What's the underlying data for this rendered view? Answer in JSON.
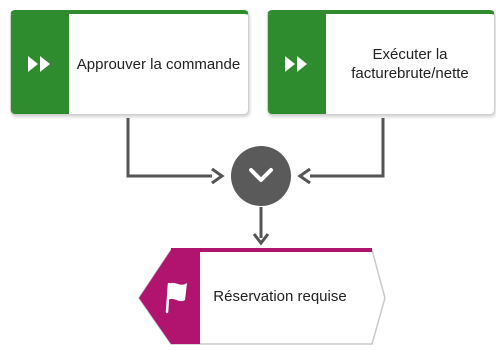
{
  "nodes": {
    "task_1": {
      "label": "Approuver la commande",
      "icon": "fast-forward-icon",
      "color": "#2e8b2e"
    },
    "task_2": {
      "label": "Exécuter la facturebrute/nette",
      "icon": "fast-forward-icon",
      "color": "#2e8b2e"
    },
    "connector": {
      "type": "XOR",
      "icon": "chevron-down-icon",
      "color": "#555555"
    },
    "event_1": {
      "label": "Réservation requise",
      "icon": "flag-icon",
      "color": "#b0146f"
    }
  }
}
